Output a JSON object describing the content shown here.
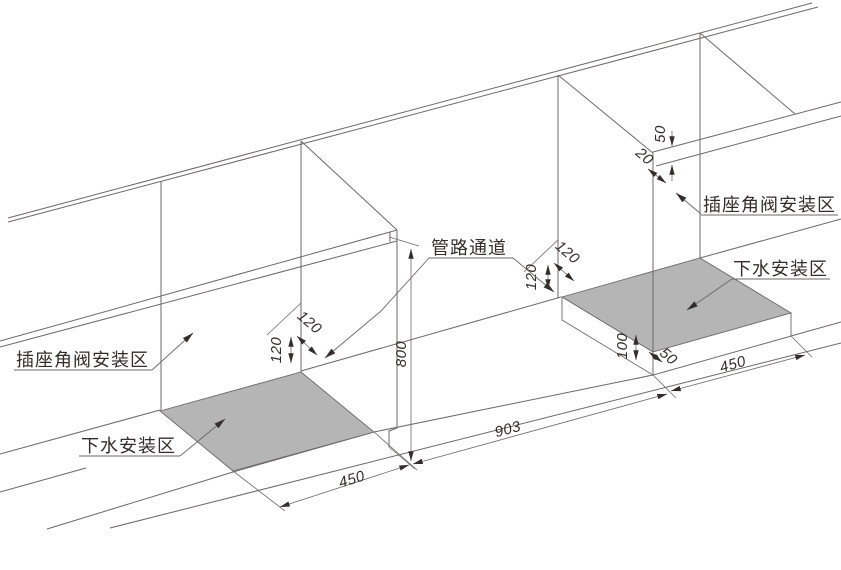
{
  "diagram": {
    "labels": {
      "socket_zone_left": "插座角阀安装区",
      "socket_zone_right": "插座角阀安装区",
      "drain_zone_left": "下水安装区",
      "drain_zone_right": "下水安装区",
      "pipe_channel": "管路通道"
    },
    "dims": {
      "cabinet_height": "800",
      "opening_width_left": "450",
      "opening_gap": "903",
      "opening_width_right": "450",
      "pipe_left_vertical": "120",
      "pipe_left_depth": "120",
      "pipe_right_vertical": "120",
      "pipe_right_depth": "120",
      "platform_height": "100",
      "drain_edge_offset": "50",
      "counter_edge_thickness": "50",
      "socket_depth_offset": "20"
    },
    "colors": {
      "line": "#6c6866",
      "text": "#332e2c",
      "zone_fill": "#b5b5b5"
    }
  }
}
